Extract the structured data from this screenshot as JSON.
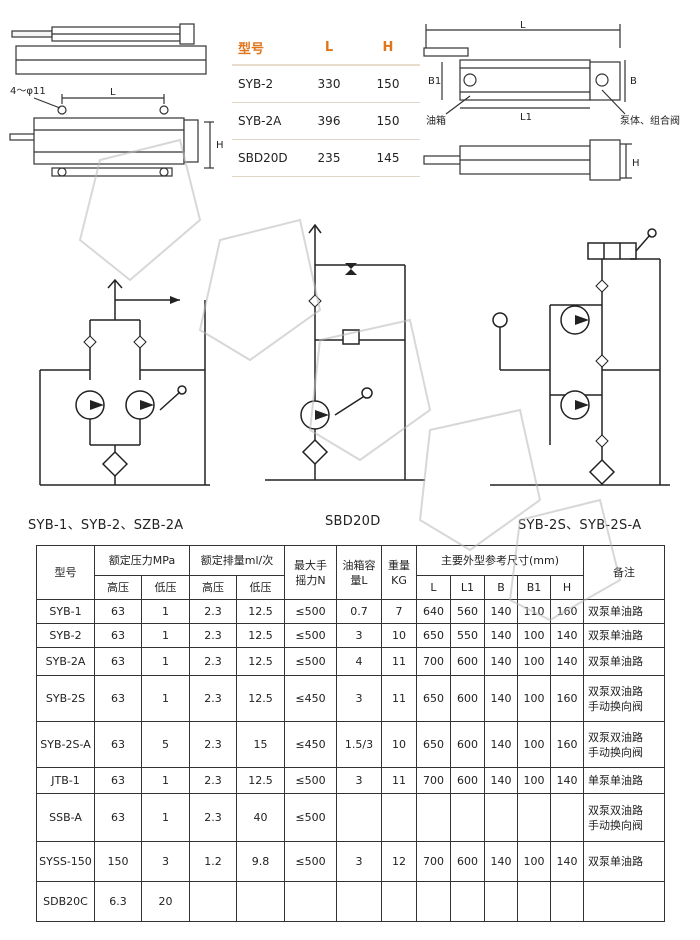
{
  "dim_table": {
    "headers": [
      "型号",
      "L",
      "H"
    ],
    "rows": [
      [
        "SYB-2",
        "330",
        "150"
      ],
      [
        "SYB-2A",
        "396",
        "150"
      ],
      [
        "SBD20D",
        "235",
        "145"
      ]
    ]
  },
  "drawing_left": {
    "bolt_label": "4～φ11",
    "l_label": "L",
    "h_label": "H"
  },
  "drawing_right": {
    "l_label": "L",
    "l1_label": "L1",
    "b1_label": "B1",
    "b_label": "B",
    "h_label": "H",
    "tank_label": "油箱",
    "pump_label": "泵体、组合阀"
  },
  "captions": {
    "left": "SYB-1、SYB-2、SZB-2A",
    "middle": "SBD20D",
    "right": "SYB-2S、SYB-2S-A"
  },
  "spec_table": {
    "h_model": "型号",
    "h_pressure": "额定压力MPa",
    "h_displacement": "额定排量ml/次",
    "h_force_1": "最大手",
    "h_force_2": "摇力N",
    "h_tank_1": "油箱容",
    "h_tank_2": "量L",
    "h_weight_1": "重量",
    "h_weight_2": "KG",
    "h_dims": "主要外型参考尺寸(mm)",
    "h_note": "备注",
    "sub_high": "高压",
    "sub_low": "低压",
    "sub_dims": [
      "L",
      "L1",
      "B",
      "B1",
      "H"
    ],
    "rows": [
      {
        "model": "SYB-1",
        "p_hi": "63",
        "p_lo": "1",
        "d_hi": "2.3",
        "d_lo": "12.5",
        "force": "≤500",
        "tank": "0.7",
        "weight": "7",
        "L": "640",
        "L1": "560",
        "B": "140",
        "B1": "110",
        "H": "160",
        "note_1": "双泵单油路",
        "note_2": ""
      },
      {
        "model": "SYB-2",
        "p_hi": "63",
        "p_lo": "1",
        "d_hi": "2.3",
        "d_lo": "12.5",
        "force": "≤500",
        "tank": "3",
        "weight": "10",
        "L": "650",
        "L1": "550",
        "B": "140",
        "B1": "100",
        "H": "140",
        "note_1": "双泵单油路",
        "note_2": ""
      },
      {
        "model": "SYB-2A",
        "p_hi": "63",
        "p_lo": "1",
        "d_hi": "2.3",
        "d_lo": "12.5",
        "force": "≤500",
        "tank": "4",
        "weight": "11",
        "L": "700",
        "L1": "600",
        "B": "140",
        "B1": "100",
        "H": "140",
        "note_1": "双泵单油路",
        "note_2": ""
      },
      {
        "model": "SYB-2S",
        "p_hi": "63",
        "p_lo": "1",
        "d_hi": "2.3",
        "d_lo": "12.5",
        "force": "≤450",
        "tank": "3",
        "weight": "11",
        "L": "650",
        "L1": "600",
        "B": "140",
        "B1": "100",
        "H": "160",
        "note_1": "双泵双油路",
        "note_2": "手动换向阀"
      },
      {
        "model": "SYB-2S-A",
        "p_hi": "63",
        "p_lo": "5",
        "d_hi": "2.3",
        "d_lo": "15",
        "force": "≤450",
        "tank": "1.5/3",
        "weight": "10",
        "L": "650",
        "L1": "600",
        "B": "140",
        "B1": "100",
        "H": "160",
        "note_1": "双泵双油路",
        "note_2": "手动换向阀"
      },
      {
        "model": "JTB-1",
        "p_hi": "63",
        "p_lo": "1",
        "d_hi": "2.3",
        "d_lo": "12.5",
        "force": "≤500",
        "tank": "3",
        "weight": "11",
        "L": "700",
        "L1": "600",
        "B": "140",
        "B1": "100",
        "H": "140",
        "note_1": "单泵单油路",
        "note_2": ""
      },
      {
        "model": "SSB-A",
        "p_hi": "63",
        "p_lo": "1",
        "d_hi": "2.3",
        "d_lo": "40",
        "force": "≤500",
        "tank": "",
        "weight": "",
        "L": "",
        "L1": "",
        "B": "",
        "B1": "",
        "H": "",
        "note_1": "双泵双油路",
        "note_2": "手动换向阀"
      },
      {
        "model": "SYSS-150",
        "p_hi": "150",
        "p_lo": "3",
        "d_hi": "1.2",
        "d_lo": "9.8",
        "force": "≤500",
        "tank": "3",
        "weight": "12",
        "L": "700",
        "L1": "600",
        "B": "140",
        "B1": "100",
        "H": "140",
        "note_1": "双泵单油路",
        "note_2": ""
      },
      {
        "model": "SDB20C",
        "p_hi": "6.3",
        "p_lo": "20",
        "d_hi": "",
        "d_lo": "",
        "force": "",
        "tank": "",
        "weight": "",
        "L": "",
        "L1": "",
        "B": "",
        "B1": "",
        "H": "",
        "note_1": "",
        "note_2": ""
      }
    ]
  },
  "colors": {
    "header_accent": "#e0751c",
    "line": "#333333",
    "table_rule": "#e2d6c8"
  }
}
